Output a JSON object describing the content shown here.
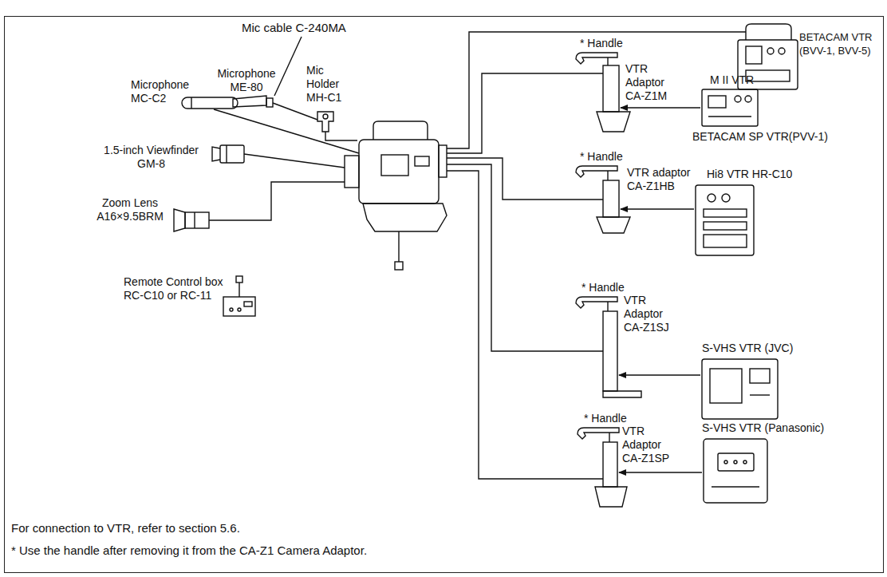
{
  "diagram": {
    "nodes": [
      {
        "text": [
          "For connection to VTR, refer to section 5.6.",
          "* Use the handle after removing it from the CA-Z1 Camera Adaptor."
        ]
      }
    ],
    "labels": [
      "Mic cable C-240MA",
      "Microphone MC-C2",
      "Microphone ME-80",
      "Mic Holder MH-C1",
      "1.5-inch Viewfinder GM-8",
      "Zoom Lens A16×9.5BRM",
      "Remote Control box RC-C10 or RC-11",
      "BETACAM VTR (BVV-1, BVV-5)",
      "* Handle",
      "VTR Adaptor CA-Z1M",
      "M II VTR",
      "BETACAM SP VTR(PVV-1)",
      "* Handle",
      "VTR adaptor CA-Z1HB",
      "Hi8 VTR HR-C10",
      "* Handle",
      "VTR Adaptor CA-Z1SJ",
      "S-VHS VTR (JVC)",
      "* Handle",
      "VTR Adaptor CA-Z1SP",
      "S-VHS VTR (Panasonic)"
    ]
  }
}
